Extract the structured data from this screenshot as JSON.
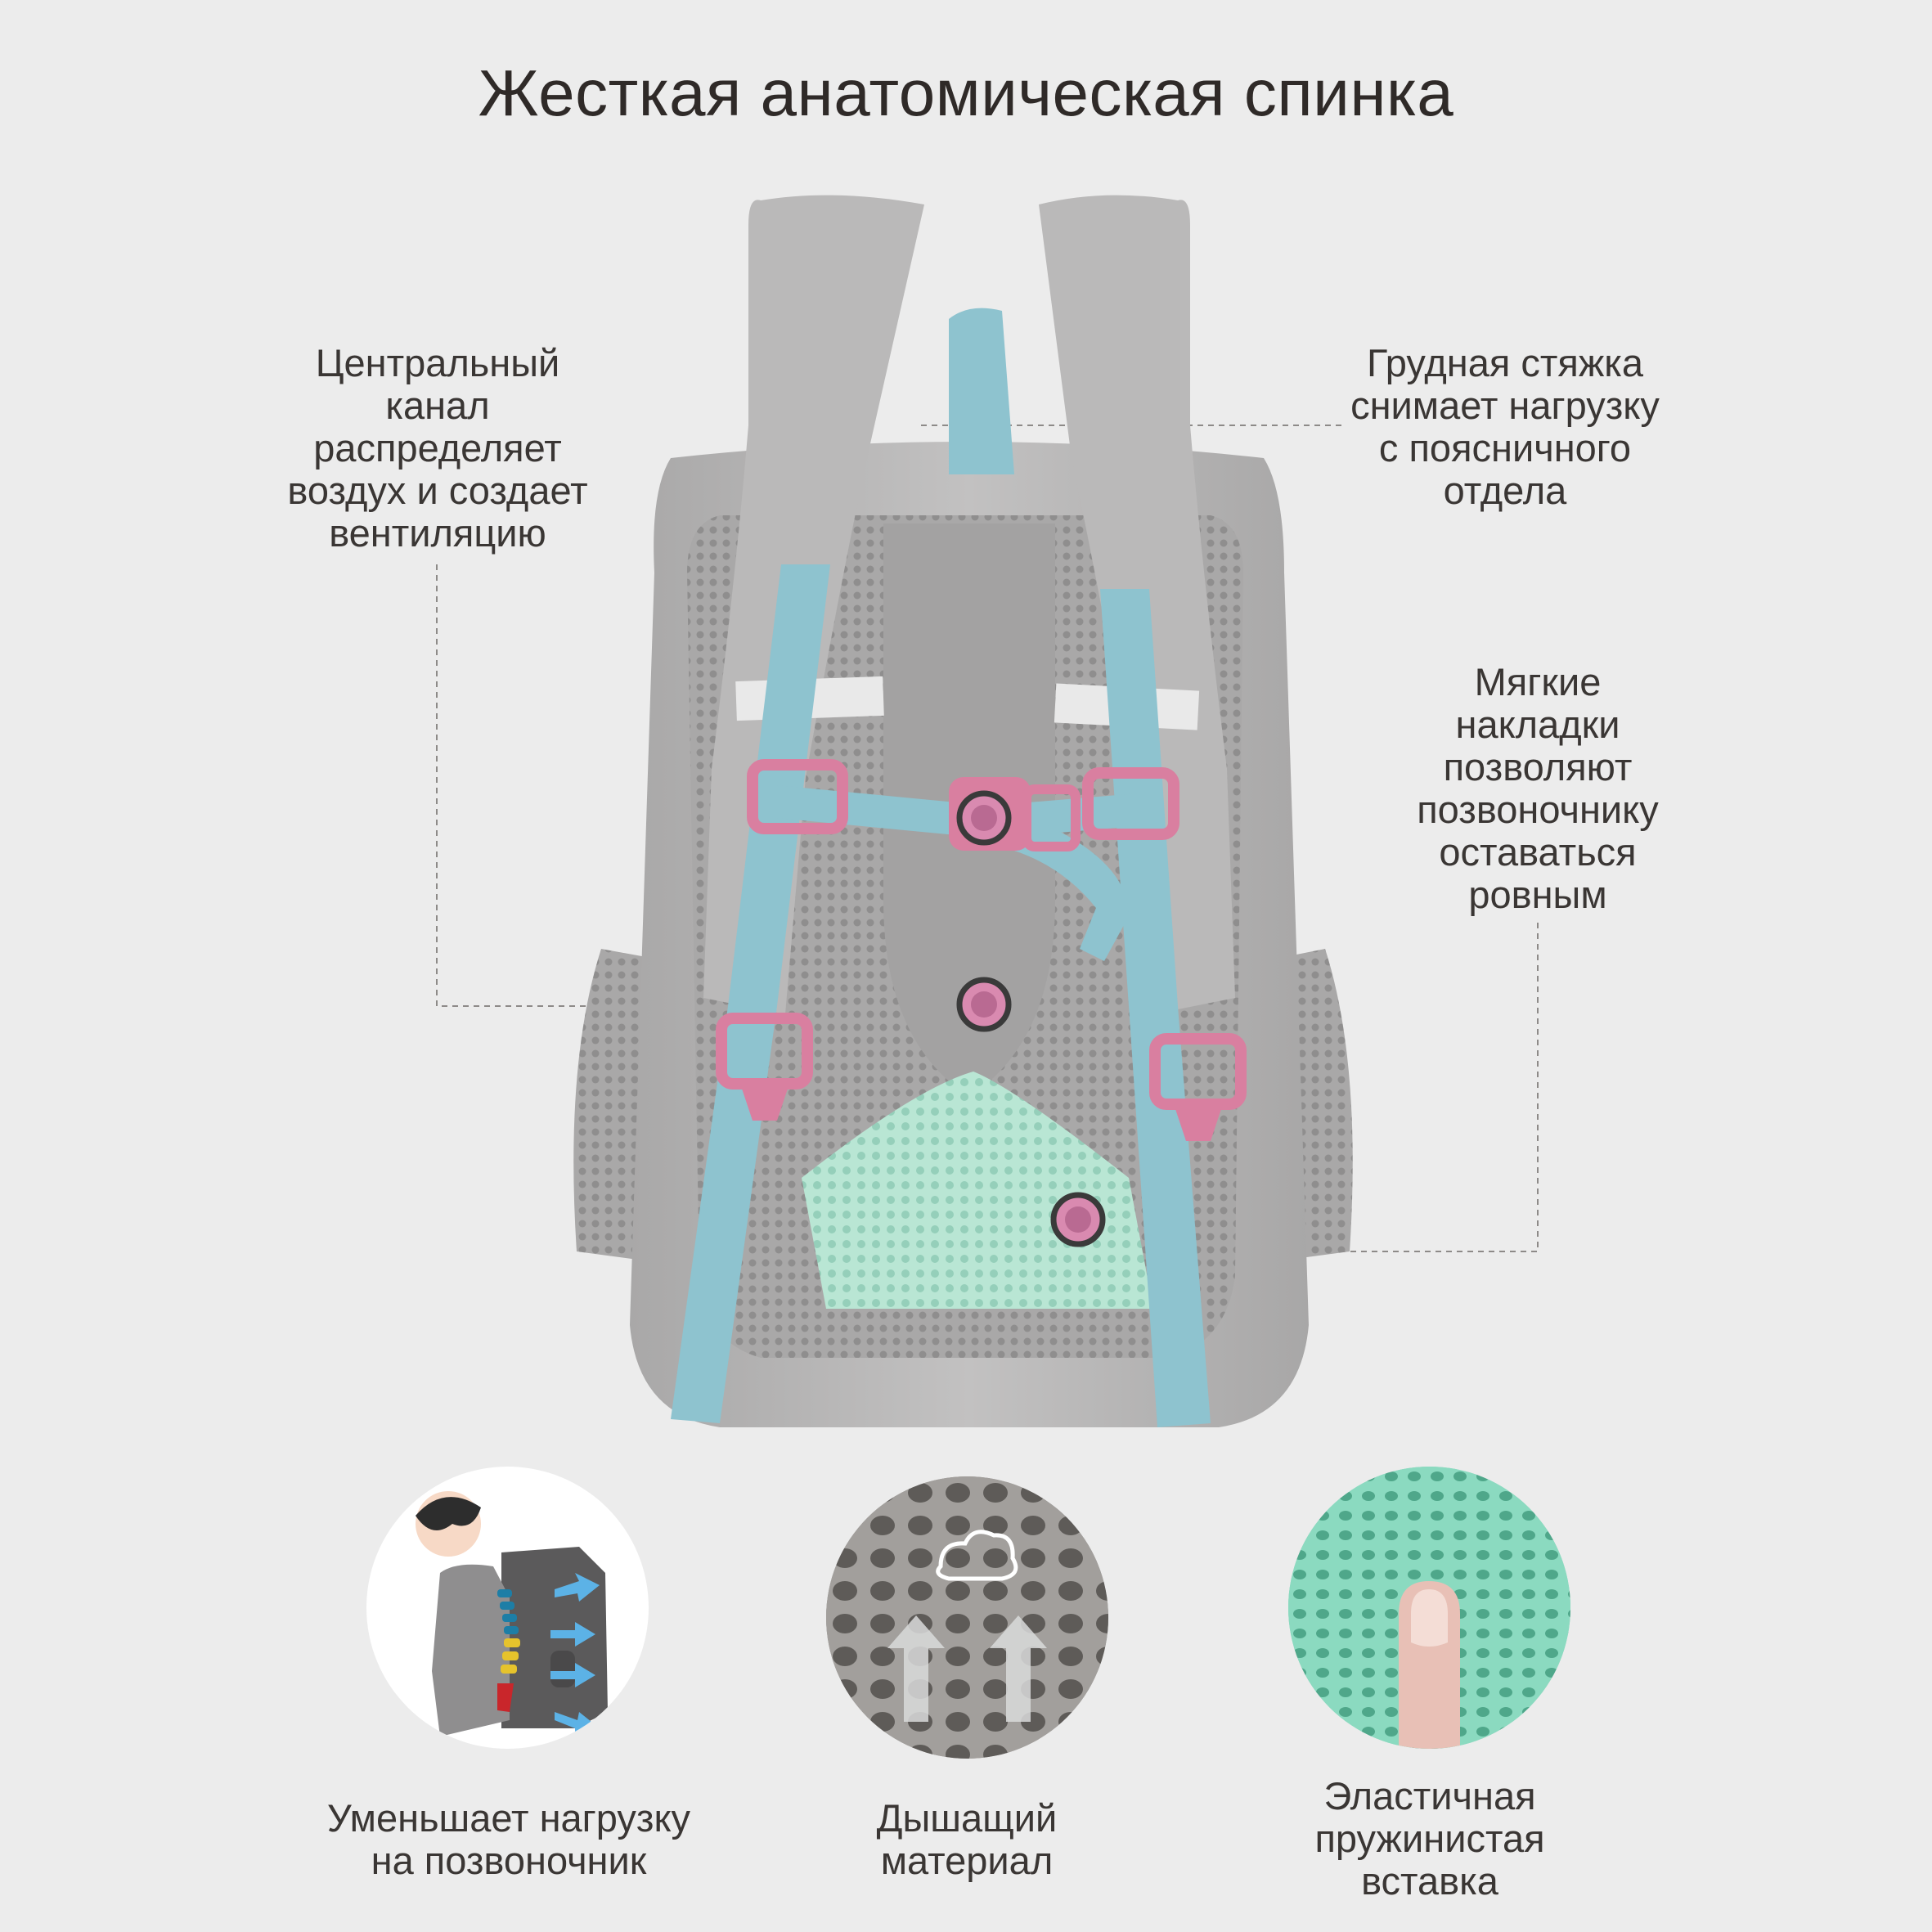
{
  "title": "Жесткая анатомическая спинка",
  "callouts": {
    "central_channel": [
      "Центральный",
      "канал",
      "распределяет",
      "воздух и создает",
      "вентиляцию"
    ],
    "chest_strap": [
      "Грудная стяжка",
      "снимает нагрузку",
      "с поясничного",
      "отдела"
    ],
    "soft_pads": [
      "Мягкие",
      "накладки",
      "позволяют",
      "позвоночнику",
      "оставаться",
      "ровным"
    ]
  },
  "features": [
    {
      "lines": [
        "Уменьшает нагрузку",
        "на позвоночник"
      ],
      "icon": "spine-illustration-icon"
    },
    {
      "lines": [
        "Дышащий",
        "материал"
      ],
      "icon": "breathable-mesh-icon"
    },
    {
      "lines": [
        "Эластичная",
        "пружинистая",
        "вставка"
      ],
      "icon": "elastic-insert-icon"
    }
  ],
  "colors": {
    "background": "#ececec",
    "backpack_gray": "#b9b8b8",
    "strap_blue": "#8ec3cf",
    "buckle_pink": "#d97fa0",
    "insert_mint": "#a9dccb",
    "text": "#2f2a28",
    "accent_arrow": "#5cb2e6"
  }
}
